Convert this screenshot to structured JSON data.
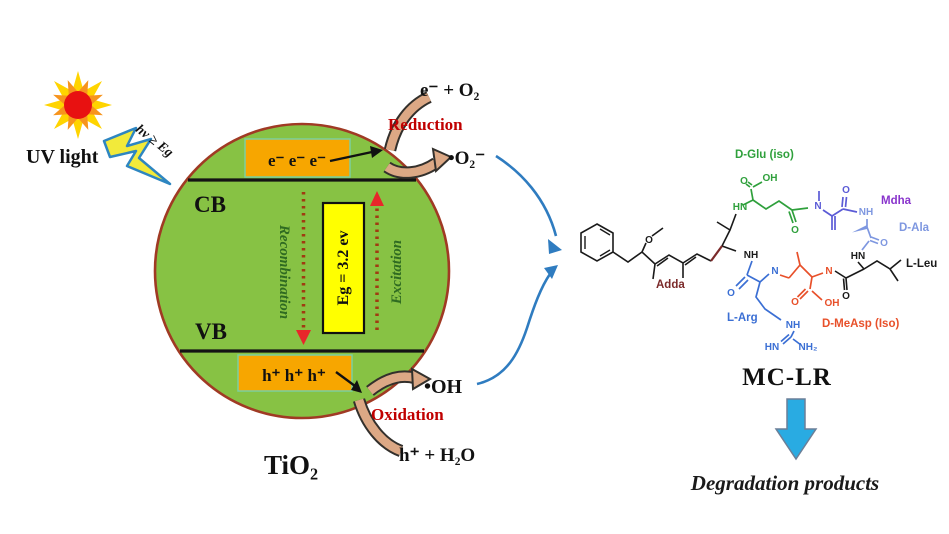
{
  "colors": {
    "circle_fill": "#87C244",
    "circle_border": "#A03A24",
    "box_orange": "#F7A600",
    "box_border": "#7CCF9F",
    "eg_fill": "#FFFF00",
    "red_text": "#C00000",
    "dark_green_text": "#2F6B21",
    "dot_arrow": "#A03B11",
    "arrowhead_red": "#E8262A",
    "tan_fill": "#DCA885",
    "tan_outline": "#33302C",
    "blue_arrow": "#2F7CC0",
    "block_arrow_fill": "#29ABE2"
  },
  "sun_area": {
    "uv_label": "UV light",
    "hv_label": "hν ≥ Eg"
  },
  "particle": {
    "cb": "CB",
    "vb": "VB",
    "electrons": "e⁻ e⁻ e⁻",
    "holes": "h⁺ h⁺ h⁺",
    "bandgap": "Eg = 3.2 ev",
    "recombination": "Recombination",
    "excitation": "Excitation",
    "tio2": "TiO₂"
  },
  "reactions": {
    "reduction": "Reduction",
    "oxidation": "Oxidation",
    "electron_o2": "e⁻ + O₂",
    "superoxide": "•O₂⁻",
    "hydroxyl": "•OH",
    "hole_h2o": "h⁺ + H₂O"
  },
  "molecule": {
    "name": "MC-LR",
    "residues": [
      {
        "label": "D-Glu (iso)",
        "color": "#2FA03C"
      },
      {
        "label": "Mdha",
        "color": "#8833CC"
      },
      {
        "label": "D-Ala",
        "color": "#7E97E0"
      },
      {
        "label": "L-Leu",
        "color": "#1A1A1A"
      },
      {
        "label": "Adda",
        "color": "#7B2A2A"
      },
      {
        "label": "L-Arg",
        "color": "#3B6FD4"
      },
      {
        "label": "D-MeAsp (Iso)",
        "color": "#E8502A"
      }
    ],
    "atoms": [
      "O",
      "HN",
      "O",
      "OH",
      "O",
      "N",
      "O",
      "NH",
      "O",
      "HN",
      "O",
      "N",
      "O",
      "OH",
      "N",
      "O",
      "NH",
      "NH",
      "HN",
      "NH₂"
    ]
  },
  "outcome": {
    "degradation": "Degradation products"
  }
}
